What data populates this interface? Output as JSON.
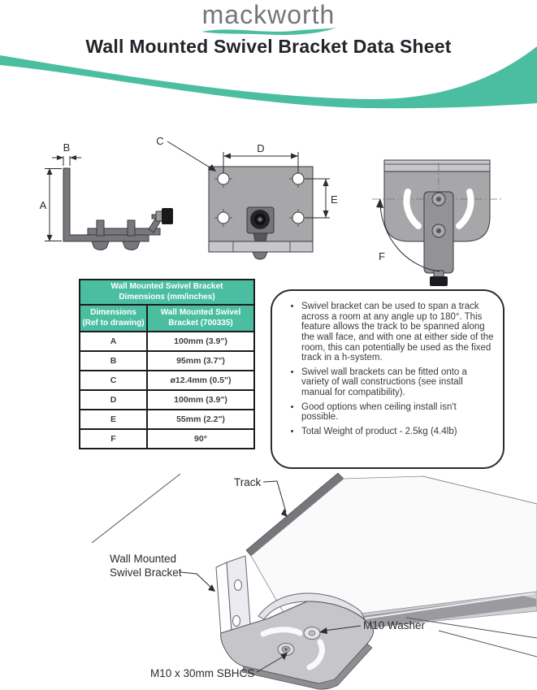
{
  "header": {
    "logo_text": "mackworth",
    "title": "Wall Mounted Swivel Bracket Data Sheet"
  },
  "colors": {
    "teal": "#4BBEA1",
    "logo_gray": "#76767a",
    "title_dark": "#23232b"
  },
  "drawing_labels": {
    "a": "A",
    "b": "B",
    "c": "C",
    "d": "D",
    "e": "E",
    "f": "F"
  },
  "dimensions_table": {
    "title_line1": "Wall Mounted Swivel Bracket",
    "title_line2": "Dimensions (mm/inches)",
    "col1_line1": "Dimensions",
    "col1_line2": "(Ref to drawing)",
    "col2_line1": "Wall Mounted Swivel",
    "col2_line2": "Bracket (700335)",
    "rows": [
      {
        "ref": "A",
        "value": "100mm (3.9\")"
      },
      {
        "ref": "B",
        "value": "95mm (3.7\")"
      },
      {
        "ref": "C",
        "value": "ø12.4mm (0.5\")"
      },
      {
        "ref": "D",
        "value": "100mm (3.9\")"
      },
      {
        "ref": "E",
        "value": "55mm (2.2\")"
      },
      {
        "ref": "F",
        "value": "90°"
      }
    ]
  },
  "features": {
    "bullets": [
      "Swivel bracket can be used to span a track across a room at any angle up to 180°. This feature allows the track to be spanned along the wall face, and with one at either side of the room, this can potentially be used as the fixed track in a h-system.",
      "Swivel wall brackets can be fitted onto a variety of wall constructions (see install manual for compatibility).",
      "Good options when ceiling install isn't possible.",
      "Total Weight of product - 2.5kg (4.4lb)"
    ]
  },
  "illustration": {
    "track_label": "Track",
    "bracket_label_line1": "Wall Mounted",
    "bracket_label_line2": "Swivel Bracket",
    "washer_label": "M10 Washer",
    "screw_label": "M10 x 30mm SBHCS"
  }
}
